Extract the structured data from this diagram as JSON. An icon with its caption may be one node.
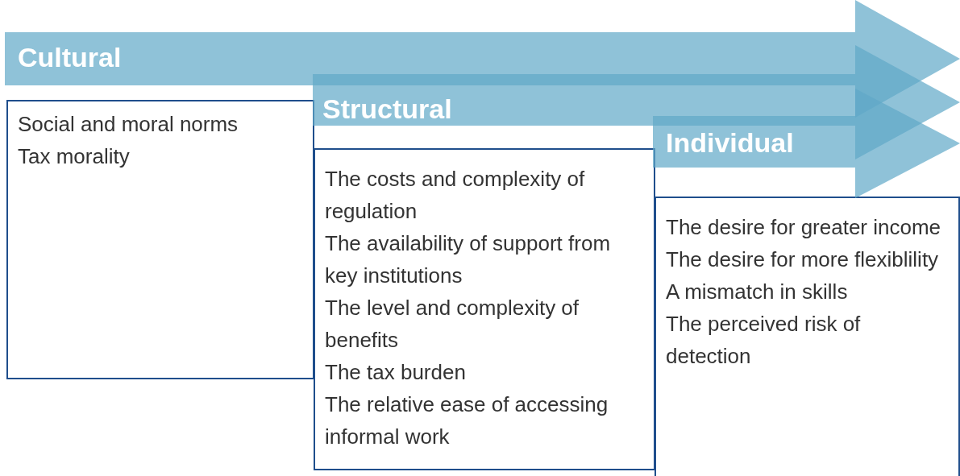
{
  "diagram": {
    "nodes": [
      {
        "text": [
          "Cultural"
        ]
      },
      {
        "text": [
          "Social and moral norms",
          "Tax morality"
        ]
      },
      {
        "text": [
          "Structural"
        ]
      },
      {
        "text": [
          "The costs and complexity of regulation",
          "The availability of support from key institutions",
          "The level and complexity of benefits",
          "The tax burden",
          "The relative ease of accessing informal work"
        ]
      },
      {
        "text": [
          "Individual"
        ]
      },
      {
        "text": [
          "The desire for greater income",
          "The desire for more flexiblility",
          "A mismatch in skills",
          "The perceived risk of detection"
        ]
      }
    ],
    "edges": []
  }
}
